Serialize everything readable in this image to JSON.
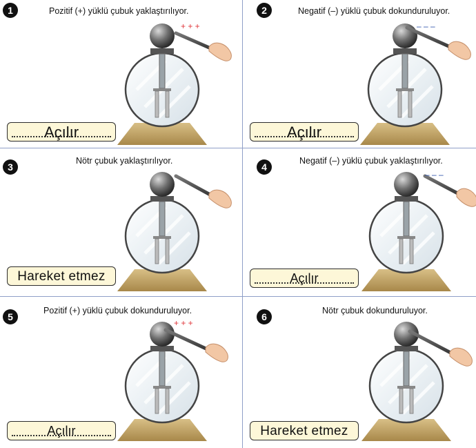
{
  "panels": [
    {
      "number": "1",
      "caption": "Pozitif (+) yüklü çubuk yaklaştırılıyor.",
      "answer": "Açılır",
      "charge": "+ + +"
    },
    {
      "number": "2",
      "caption": "Negatif (–) yüklü çubuk dokunduruluyor.",
      "answer": "Açılır",
      "charge": "– – –"
    },
    {
      "number": "3",
      "caption": "Nötr çubuk yaklaştırılıyor.",
      "answer": "Hareket etmez",
      "charge": ""
    },
    {
      "number": "4",
      "caption": "Negatif (–) yüklü çubuk yaklaştırılıyor.",
      "answer": "Açılır",
      "charge": "– – –"
    },
    {
      "number": "5",
      "caption": "Pozitif (+) yüklü çubuk dokunduruluyor.",
      "answer": "Açılır",
      "charge": "+ + +"
    },
    {
      "number": "6",
      "caption": "Nötr çubuk dokunduruluyor.",
      "answer": "Hareket etmez",
      "charge": ""
    }
  ],
  "colors": {
    "grid": "#8e9fc8",
    "answer_fill": "#fdf7d8",
    "positive": "#e0373b",
    "negative": "#2a4fa8",
    "base": "#c9ac6e"
  }
}
